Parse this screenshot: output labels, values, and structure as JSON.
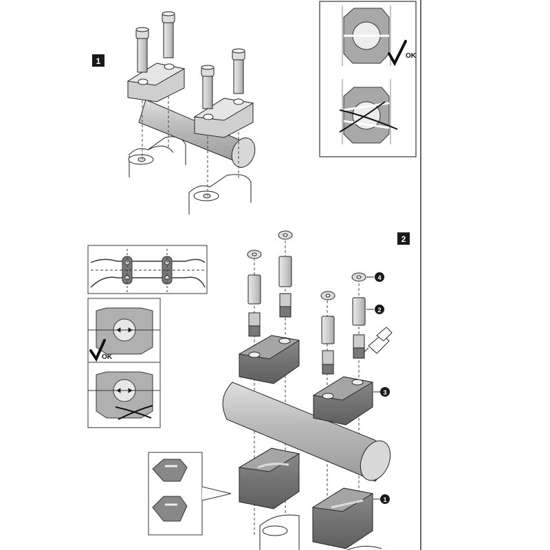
{
  "steps": {
    "step1": "1",
    "step2": "2"
  },
  "marks": {
    "ok": "OK"
  },
  "callouts": {
    "c1": "1",
    "c2": "2",
    "c3": "3",
    "c4": "4"
  },
  "colors": {
    "metal_light": "#c9c9c9",
    "metal_dark": "#8a8a8a",
    "line": "#1a1a1a",
    "badge": "#1a1a1a"
  }
}
